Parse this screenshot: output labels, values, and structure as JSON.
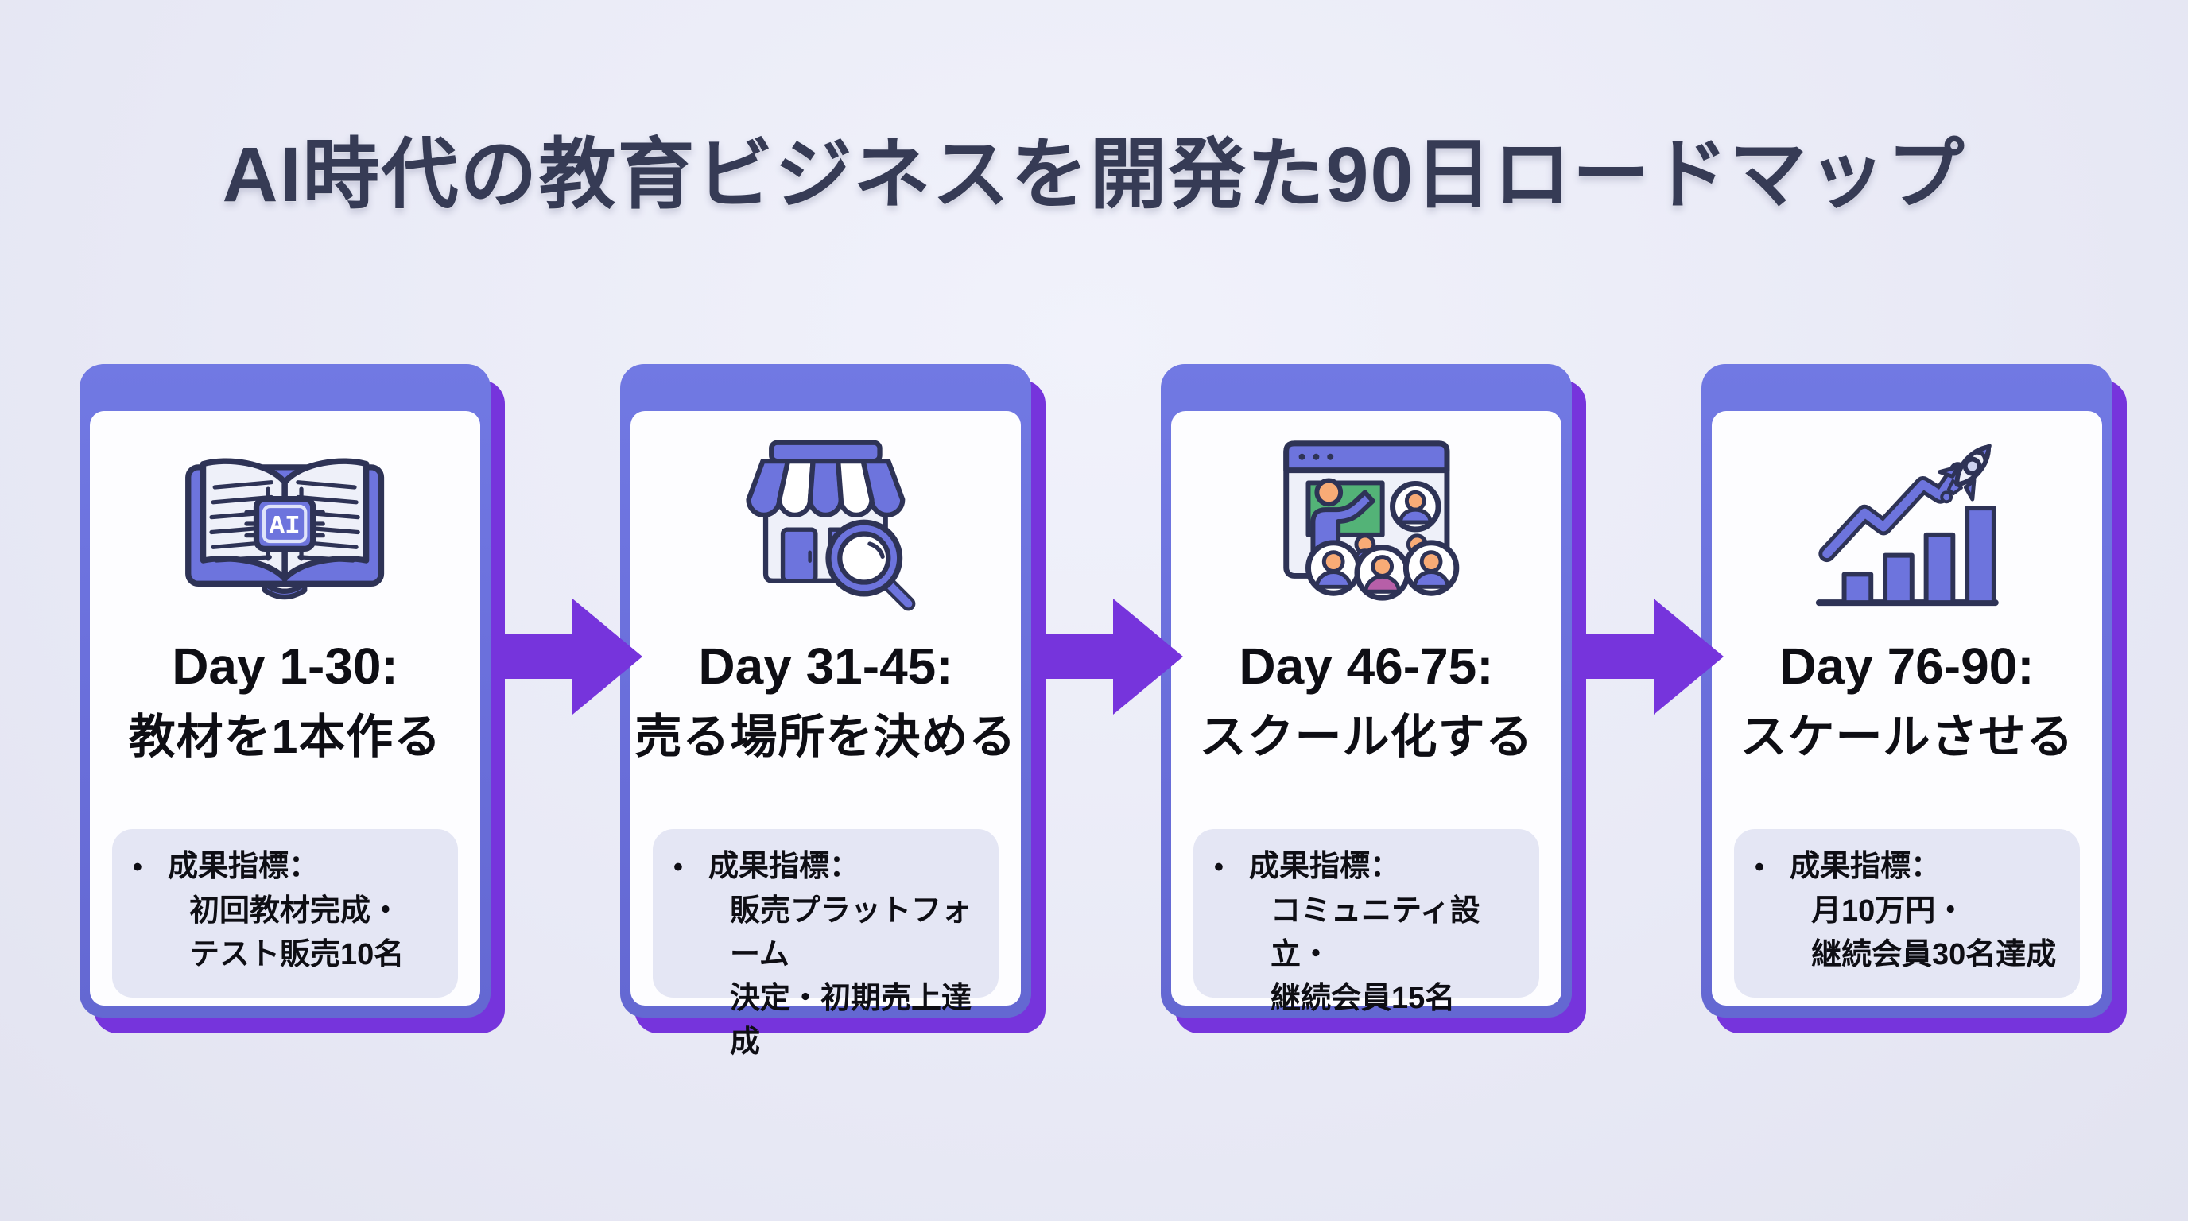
{
  "page": {
    "title": "AI時代の教育ビジネスを開発た90日ロードマップ"
  },
  "ui": {
    "bullet": "•",
    "chip_label": "AI"
  },
  "colors": {
    "bg": "#e9eaf6",
    "frame": "#6b70dc",
    "frame-dark": "#6468d2",
    "accent": "#7634dc",
    "card-bg": "#fdfdff",
    "metrics-bg": "#e4e6f4",
    "title-color": "#363b55",
    "text-color": "#0e0e14",
    "icon-outline": "#2e3356",
    "icon-purple": "#6d74dd",
    "icon-light": "#eef0f9",
    "icon-green": "#53b377",
    "icon-orange": "#f8ab76",
    "icon-pink": "#b75fa8"
  },
  "cards": [
    {
      "icon": "ai-book-icon",
      "day": "Day 1-30:",
      "goal": "教材を1本作る",
      "metrics_label": "成果指標：",
      "metrics_lines": [
        "初回教材完成・",
        "テスト販売10名"
      ]
    },
    {
      "icon": "storefront-search-icon",
      "day": "Day 31-45:",
      "goal": "売る場所を決める",
      "metrics_label": "成果指標：",
      "metrics_lines": [
        "販売プラットフォーム",
        "決定・初期売上達成"
      ]
    },
    {
      "icon": "online-school-icon",
      "day": "Day 46-75:",
      "goal": "スクール化する",
      "metrics_label": "成果指標：",
      "metrics_lines": [
        "コミュニティ設立・",
        "継続会員15名"
      ]
    },
    {
      "icon": "growth-rocket-icon",
      "day": "Day 76-90:",
      "goal": "スケールさせる",
      "metrics_label": "成果指標：",
      "metrics_lines": [
        "月10万円・",
        "継続会員30名達成"
      ]
    }
  ],
  "arrows": {
    "count": 3,
    "icon": "right-arrow"
  }
}
